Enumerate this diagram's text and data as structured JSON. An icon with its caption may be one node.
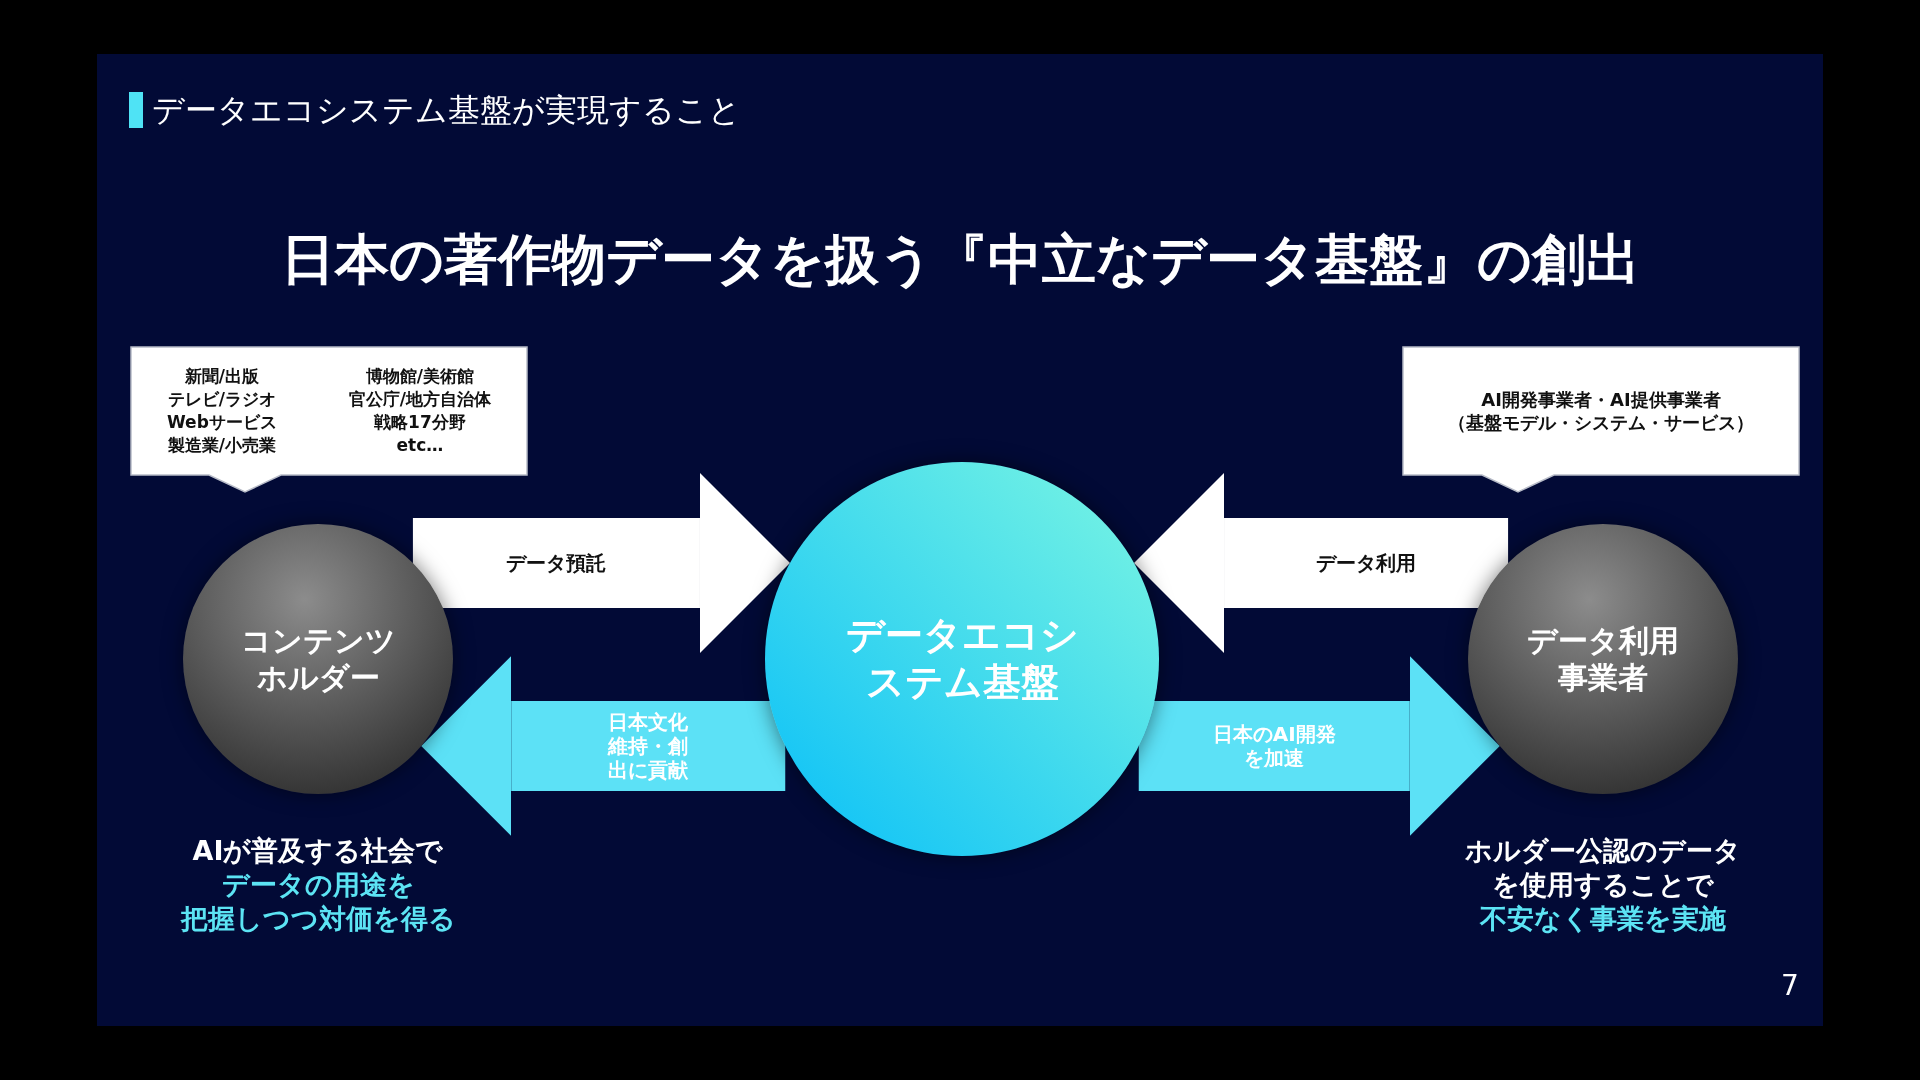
{
  "diagram": {
    "title": "日本の著作物データを扱う『中立なデータ基盤』の創出",
    "nodes": [
      {
        "text": [
          "新聞/出版",
          "テレビ/ラジオ",
          "Webサービス",
          "製造業/小売業",
          "博物館/美術館",
          "官公庁/地方自治体",
          "戦略17分野",
          "etc…"
        ]
      },
      {
        "text": [
          "コンテンツホルダー"
        ],
        "beside": [
          "AIが普及する社会で",
          "データの用途を",
          "把握しつつ対価を得る"
        ]
      },
      {
        "text": [
          "データエコシステム基盤"
        ]
      },
      {
        "text": [
          "AI開発事業者・AI提供事業者",
          "（基盤モデル・システム・サービス）"
        ]
      },
      {
        "text": [
          "データ利用事業者"
        ],
        "beside": [
          "ホルダー公認のデータを使用することで",
          "不安なく事業を実施"
        ]
      }
    ],
    "edges": [
      {
        "from": 1,
        "to": 2,
        "arrow": "to",
        "label": "データ預託",
        "color": "#ffffff"
      },
      {
        "from": 2,
        "to": 1,
        "arrow": "to",
        "label": "日本文化維持・創出に貢献",
        "color": "#5ce1f6"
      },
      {
        "from": 4,
        "to": 2,
        "arrow": "to",
        "label": "データ利用",
        "color": "#ffffff"
      },
      {
        "from": 2,
        "to": 4,
        "arrow": "to",
        "label": "日本のAI開発を加速",
        "color": "#5ce1f6"
      }
    ],
    "labels": [
      "データエコシステム基盤が実現すること",
      "7"
    ]
  }
}
